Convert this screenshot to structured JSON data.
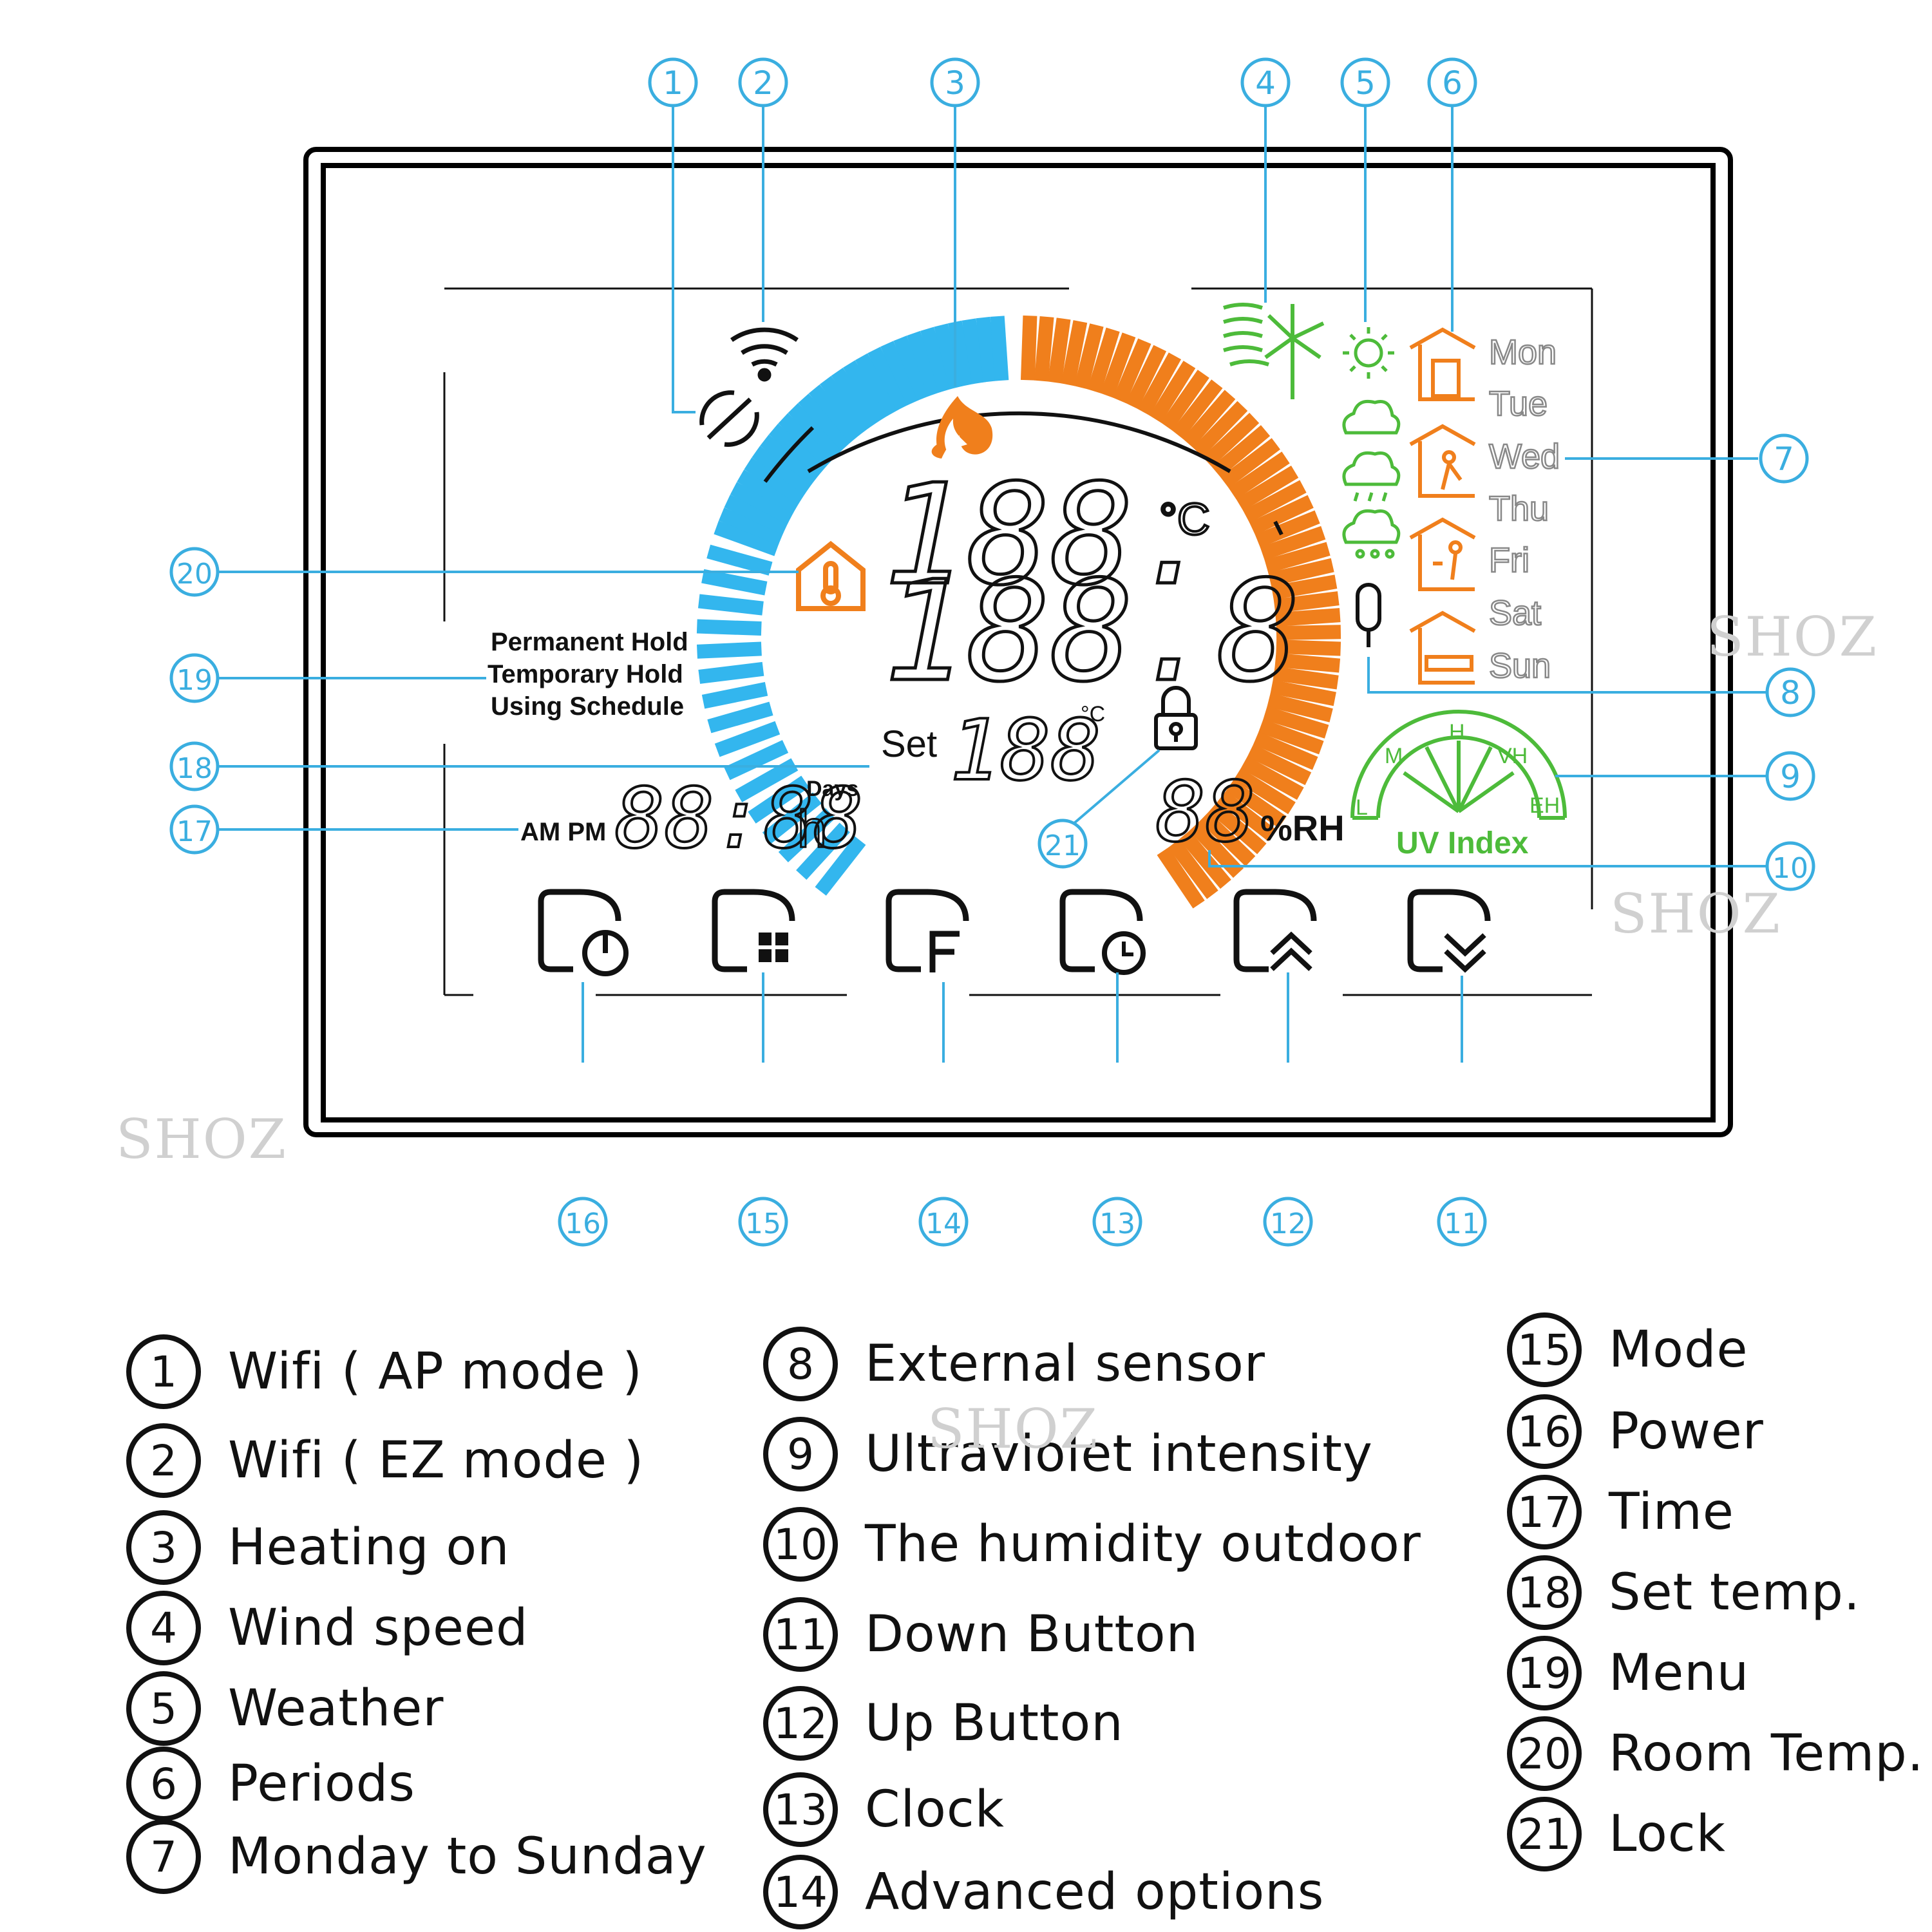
{
  "callouts": [
    {
      "n": "1"
    },
    {
      "n": "2"
    },
    {
      "n": "3"
    },
    {
      "n": "4"
    },
    {
      "n": "5"
    },
    {
      "n": "6"
    },
    {
      "n": "7"
    },
    {
      "n": "8"
    },
    {
      "n": "9"
    },
    {
      "n": "10"
    },
    {
      "n": "11"
    },
    {
      "n": "12"
    },
    {
      "n": "13"
    },
    {
      "n": "14"
    },
    {
      "n": "15"
    },
    {
      "n": "16"
    },
    {
      "n": "17"
    },
    {
      "n": "18"
    },
    {
      "n": "19"
    },
    {
      "n": "20"
    },
    {
      "n": "21"
    }
  ],
  "display": {
    "main_temp_top": "188.",
    "main_temp_bottom": "188.8",
    "unit_c": "°C",
    "set_label": "Set",
    "set_value": "188",
    "set_unit": "°C",
    "time_value": "88:88",
    "time_h": "h",
    "days_label": "Days",
    "am_pm": "AM PM",
    "humidity_value": "88",
    "humidity_unit": "%RH",
    "uv_label": "UV Index",
    "uv_scale": [
      "L",
      "M",
      "H",
      "VH",
      "EH"
    ],
    "hold_modes": [
      "Permanent Hold",
      "Temporary Hold",
      "Using Schedule"
    ],
    "days": [
      "Mon",
      "Tue",
      "Wed",
      "Thu",
      "Fri",
      "Sat",
      "Sun"
    ]
  },
  "legend": {
    "col1": [
      {
        "n": "1",
        "label": "Wifi ( AP mode )"
      },
      {
        "n": "2",
        "label": "Wifi ( EZ mode )"
      },
      {
        "n": "3",
        "label": "Heating on"
      },
      {
        "n": "4",
        "label": "Wind speed"
      },
      {
        "n": "5",
        "label": "Weather"
      },
      {
        "n": "6",
        "label": "Periods"
      },
      {
        "n": "7",
        "label": "Monday to Sunday"
      }
    ],
    "col2": [
      {
        "n": "8",
        "label": "External sensor"
      },
      {
        "n": "9",
        "label": "Ultraviolet intensity"
      },
      {
        "n": "10",
        "label": "The humidity outdoor"
      },
      {
        "n": "11",
        "label": "Down Button"
      },
      {
        "n": "12",
        "label": "Up Button"
      },
      {
        "n": "13",
        "label": "Clock"
      },
      {
        "n": "14",
        "label": "Advanced options"
      }
    ],
    "col3": [
      {
        "n": "15",
        "label": "Mode"
      },
      {
        "n": "16",
        "label": "Power"
      },
      {
        "n": "17",
        "label": "Time"
      },
      {
        "n": "18",
        "label": "Set temp."
      },
      {
        "n": "19",
        "label": "Menu"
      },
      {
        "n": "20",
        "label": "Room Temp."
      },
      {
        "n": "21",
        "label": "Lock"
      }
    ]
  },
  "buttons": [
    {
      "name": "power",
      "icon": "power-icon"
    },
    {
      "name": "mode",
      "icon": "grid-icon"
    },
    {
      "name": "advanced",
      "icon": "f-icon"
    },
    {
      "name": "clock",
      "icon": "clock-icon"
    },
    {
      "name": "up",
      "icon": "chevron-up-icon"
    },
    {
      "name": "down",
      "icon": "chevron-down-icon"
    }
  ],
  "watermark": "SHOZ",
  "colors": {
    "callout": "#3aaee0",
    "cold": "#33b6ee",
    "hot": "#f07f1c",
    "green": "#4dbb3a",
    "frame": "#000000"
  }
}
